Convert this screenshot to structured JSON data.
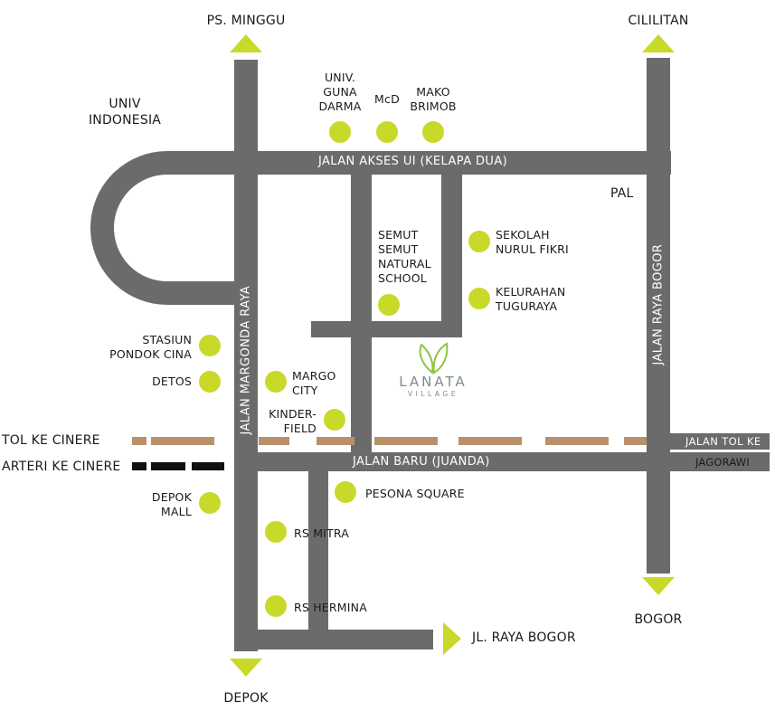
{
  "map": {
    "colors": {
      "road": "#6b6b6c",
      "poi": "#c8d92a",
      "toll": "#b8916a",
      "arteri": "#111111",
      "road_label": "#ffffff",
      "text": "#1a1a1a",
      "logo_green": "#8ec63f"
    },
    "roads": {
      "akses_ui": "JALAN AKSES UI (KELAPA DUA)",
      "margonda": "JALAN MARGONDA RAYA",
      "raya_bogor": "JALAN RAYA BOGOR",
      "baru": "JALAN BARU (JUANDA)",
      "tol_ke": "JALAN TOL KE",
      "jagorawi": "JAGORAWI"
    },
    "directions": {
      "ps_minggu": "PS. MINGGU",
      "cililitan": "CILILITAN",
      "depok": "DEPOK",
      "bogor": "BOGOR",
      "jl_raya_bogor": "JL. RAYA BOGOR"
    },
    "areas": {
      "univ_indonesia": "UNIV\nINDONESIA",
      "pal": "PAL"
    },
    "legend": {
      "tol_ke_cinere": "TOL KE CINERE",
      "arteri_ke_cinere": "ARTERI KE CINERE"
    },
    "pois": {
      "guna_darma": "UNIV.\nGUNA\nDARMA",
      "mcd": "McD",
      "mako_brimob": "MAKO\nBRIMOB",
      "sekolah_nurul_fikri": "SEKOLAH\nNURUL FIKRI",
      "kelurahan_tuguraya": "KELURAHAN\nTUGURAYA",
      "semut_semut": "SEMUT\nSEMUT\nNATURAL\nSCHOOL",
      "stasiun_pondok_cina": "STASIUN\nPONDOK CINA",
      "detos": "DETOS",
      "margo_city": "MARGO\nCITY",
      "kinderfield": "KINDER-\nFIELD",
      "pesona_square": "PESONA SQUARE",
      "depok_mall": "DEPOK\nMALL",
      "rs_mitra": "RS MITRA",
      "rs_hermina": "RS HERMINA"
    },
    "logo": {
      "name": "LANATA",
      "tagline": "VILLAGE"
    }
  }
}
